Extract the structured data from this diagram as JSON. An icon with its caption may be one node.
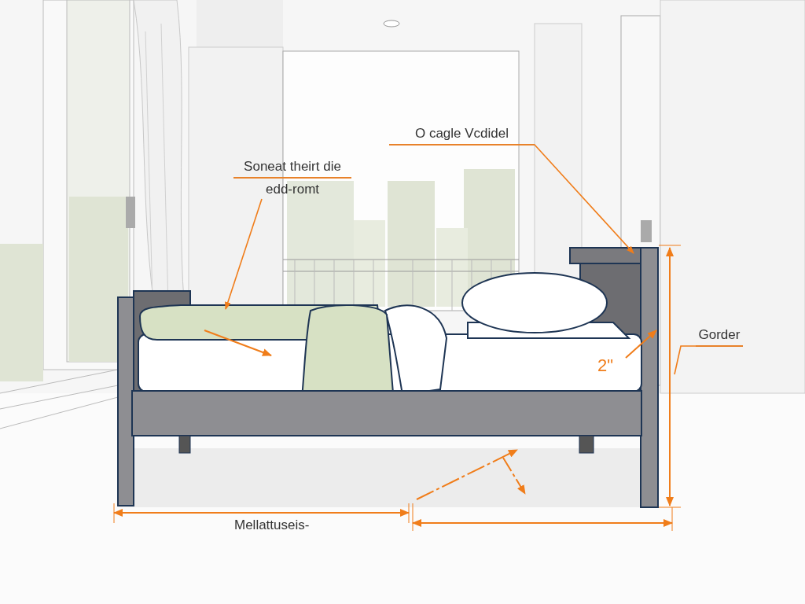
{
  "diagram": {
    "nodes": [
      {
        "text": [
          "Soneat theirt die",
          "edd-romt"
        ]
      },
      {
        "text": [
          "O cagle Vcdidel"
        ]
      },
      {
        "text": [
          "Gorder"
        ]
      }
    ],
    "edges": [
      {
        "from": 0,
        "to": null,
        "arrow": "to"
      },
      {
        "from": 1,
        "to": null,
        "arrow": "to"
      },
      {
        "from": 2,
        "to": null,
        "arrow": "none"
      }
    ],
    "labels": [
      "2\"",
      "Mellattuseis-"
    ]
  }
}
